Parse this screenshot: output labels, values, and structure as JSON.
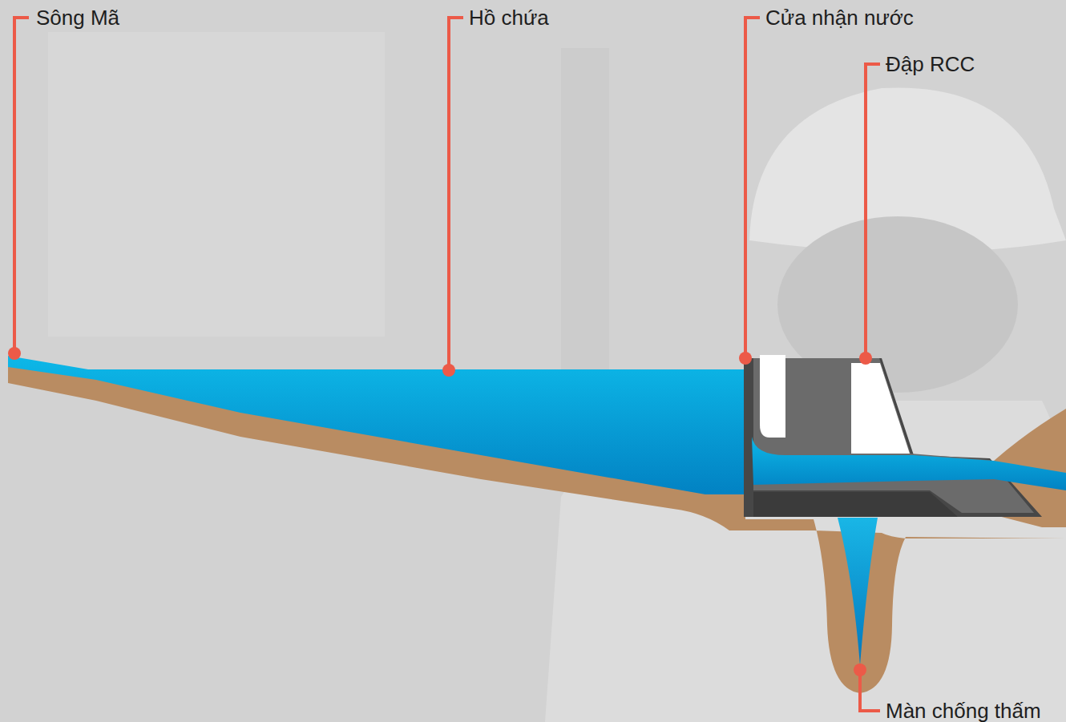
{
  "diagram": {
    "labels": [
      "Sông Mã",
      "Hồ chứa",
      "Cửa nhận nước",
      "Đập RCC",
      "Màn chống thấm"
    ]
  }
}
